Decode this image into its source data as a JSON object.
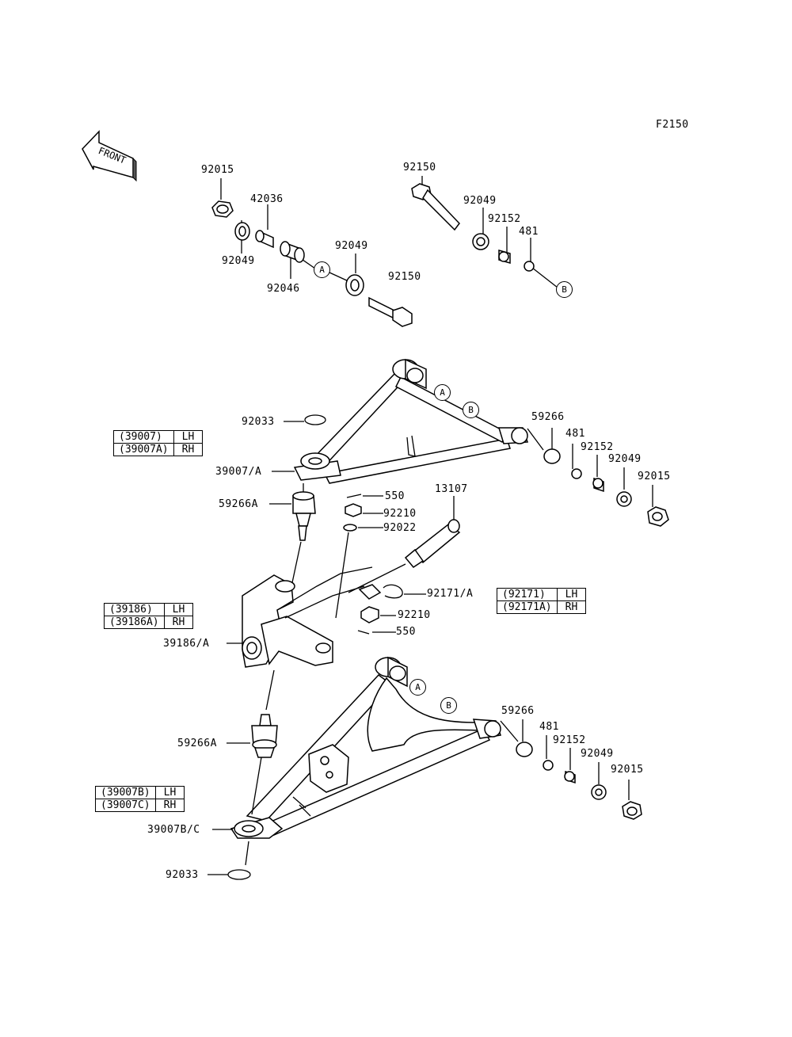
{
  "diagram_code": "F2150",
  "front_label": "FRONT",
  "labels": {
    "top_92015": "92015",
    "top_42036": "42036",
    "top_92049_a": "92049",
    "top_92046": "92046",
    "top_92049_b": "92049",
    "top_92150_a": "92150",
    "top_92150_b": "92150",
    "top_92049_c": "92049",
    "top_92152": "92152",
    "top_481": "481",
    "up_92033": "92033",
    "up_39007A": "39007/A",
    "up_59266A": "59266A",
    "up_59266": "59266",
    "up_481": "481",
    "up_92152": "92152",
    "up_92049": "92049",
    "up_92015": "92015",
    "mid_550_a": "550",
    "mid_92210_a": "92210",
    "mid_92022": "92022",
    "mid_13107": "13107",
    "mid_92171A": "92171/A",
    "mid_92210_b": "92210",
    "mid_550_b": "550",
    "mid_39186A": "39186/A",
    "lo_59266A": "59266A",
    "lo_59266": "59266",
    "lo_481": "481",
    "lo_92152": "92152",
    "lo_92049": "92049",
    "lo_92015": "92015",
    "lo_39007BC": "39007B/C",
    "lo_92033": "92033"
  },
  "markers": {
    "top_a": "A",
    "top_b": "B",
    "up_a": "A",
    "up_b": "B",
    "lo_a": "A",
    "lo_b": "B"
  },
  "tables": {
    "t39007": [
      [
        "(39007)",
        "LH"
      ],
      [
        "(39007A)",
        "RH"
      ]
    ],
    "t39186": [
      [
        "(39186)",
        "LH"
      ],
      [
        "(39186A)",
        "RH"
      ]
    ],
    "t92171": [
      [
        "(92171)",
        "LH"
      ],
      [
        "(92171A)",
        "RH"
      ]
    ],
    "t39007b": [
      [
        "(39007B)",
        "LH"
      ],
      [
        "(39007C)",
        "RH"
      ]
    ]
  }
}
